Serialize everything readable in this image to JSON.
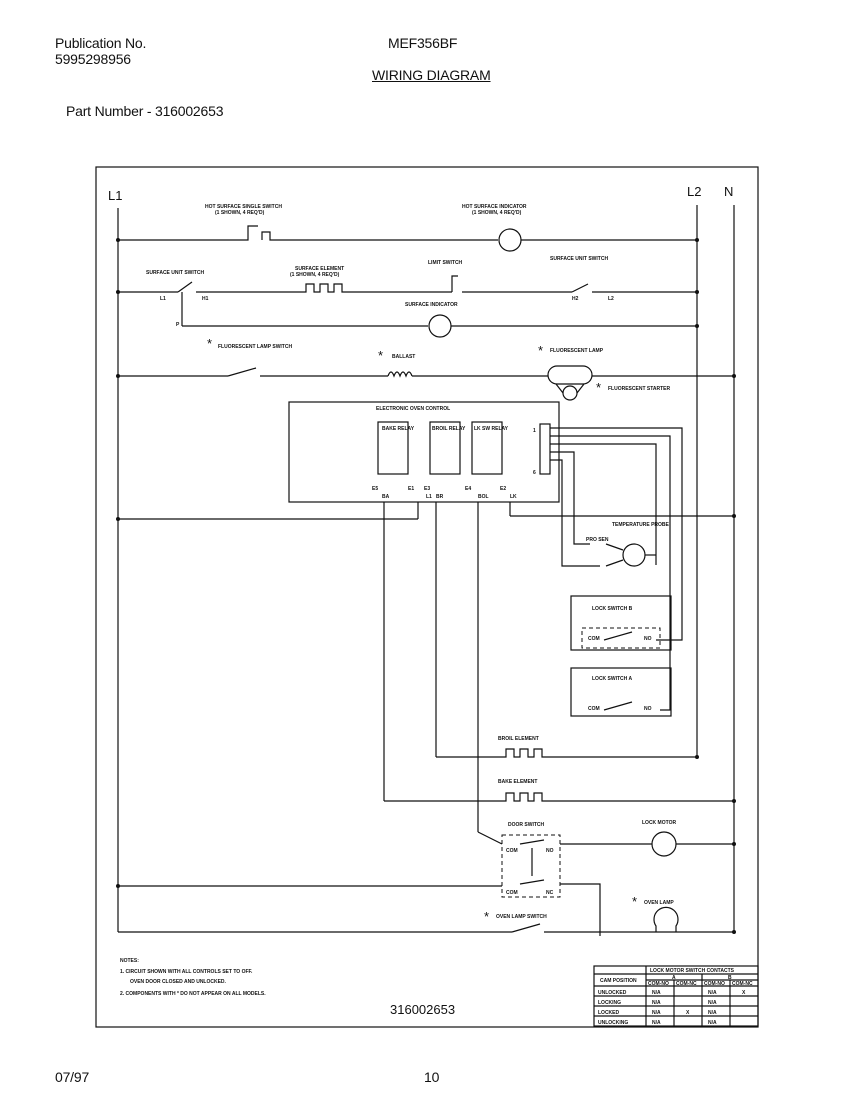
{
  "header": {
    "publication_label": "Publication No.",
    "publication_number": "5995298956",
    "model": "MEF356BF",
    "title": "WIRING DIAGRAM",
    "part_number": "Part Number - 316002653"
  },
  "footer": {
    "date": "07/97",
    "page": "10"
  },
  "diagram": {
    "lines": {
      "l1": "L1",
      "l2": "L2",
      "n": "N"
    },
    "labels": {
      "hot_surface_switch": "HOT SURFACE SINGLE SWITCH",
      "hot_surface_switch_sub": "(1 SHOWN, 4 REQ'D)",
      "hot_surface_indicator": "HOT SURFACE INDICATOR",
      "hot_surface_indicator_sub": "(1 SHOWN, 4 REQ'D)",
      "surface_unit_switch_left": "SURFACE UNIT SWITCH",
      "surface_element": "SURFACE ELEMENT",
      "surface_element_sub": "(1 SHOWN, 4 REQ'D)",
      "limit_switch": "LIMIT SWITCH",
      "surface_unit_switch_right": "SURFACE UNIT SWITCH",
      "surface_indicator": "SURFACE INDICATOR",
      "fluorescent_lamp_switch": "FLUORESCENT LAMP SWITCH",
      "ballast": "BALLAST",
      "fluorescent_lamp": "FLUORESCENT LAMP",
      "fluorescent_starter": "FLUORESCENT STARTER",
      "control": "ELECTRONIC OVEN CONTROL",
      "bake_relay": "BAKE RELAY",
      "broil_relay": "BROIL RELAY",
      "lock_relay": "LK SW RELAY",
      "pro_sen": "PRO SEN",
      "temp_probe": "TEMPERATURE PROBE",
      "lock_switch_b": "LOCK SWITCH B",
      "lock_switch_a": "LOCK SWITCH A",
      "com": "COM",
      "no": "NO",
      "nc": "NC",
      "broil_element": "BROIL ELEMENT",
      "bake_element": "BAKE ELEMENT",
      "door_switch": "DOOR SWITCH",
      "lock_motor": "LOCK MOTOR",
      "oven_lamp": "OVEN LAMP",
      "oven_lamp_switch": "OVEN LAMP SWITCH",
      "t_l1": "L1",
      "t_h1": "H1",
      "t_h2": "H2",
      "t_l2": "L2",
      "t_p": "P",
      "pin1": "1",
      "pin6": "6",
      "k_e5": "E5",
      "k_e1": "E1",
      "k_e3": "E3",
      "k_e4": "E4",
      "k_e2": "E2",
      "k_ba": "BA",
      "k_bl": "L1",
      "k_br": "BR",
      "k_bo": "BOL",
      "k_lk": "LK",
      "asterisk": "*",
      "diagram_part_number": "316002653"
    },
    "notes": {
      "title": "NOTES:",
      "note1": "1.  CIRCUIT SHOWN WITH ALL CONTROLS SET TO OFF.",
      "note1b": "OVEN DOOR CLOSED AND UNLOCKED.",
      "note2": "2.  COMPONENTS WITH * DO NOT APPEAR ON ALL MODELS."
    },
    "table": {
      "title": "LOCK MOTOR SWITCH CONTACTS",
      "row_header": "CAM POSITION",
      "col_a": "A",
      "col_b": "B",
      "subcols": [
        "COM-NO",
        "COM-NC",
        "COM-NO",
        "COM-NC"
      ],
      "rows": [
        {
          "name": "UNLOCKED",
          "cells": [
            "N/A",
            "",
            "N/A",
            "X"
          ]
        },
        {
          "name": "LOCKING",
          "cells": [
            "N/A",
            "",
            "N/A",
            ""
          ]
        },
        {
          "name": "LOCKED",
          "cells": [
            "N/A",
            "X",
            "N/A",
            ""
          ]
        },
        {
          "name": "UNLOCKING",
          "cells": [
            "N/A",
            "",
            "N/A",
            ""
          ]
        }
      ]
    }
  }
}
